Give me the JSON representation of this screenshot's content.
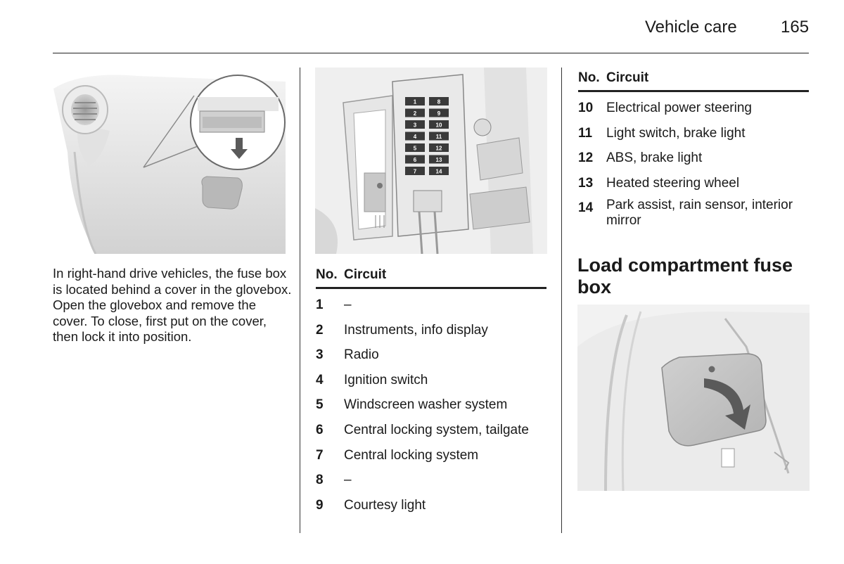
{
  "header": {
    "title": "Vehicle care",
    "page_number": "165"
  },
  "left": {
    "paragraph": "In right-hand drive vehicles, the fuse box is located behind a cover in the glovebox. Open the glovebox and remove the cover. To close, first put on the cover, then lock it into position."
  },
  "fuse_panel_labels": [
    "1",
    "8",
    "2",
    "9",
    "3",
    "10",
    "4",
    "11",
    "5",
    "12",
    "6",
    "13",
    "7",
    "14"
  ],
  "middle_table": {
    "col_no": "No.",
    "col_circuit": "Circuit",
    "rows": [
      {
        "no": "1",
        "circuit": "–"
      },
      {
        "no": "2",
        "circuit": "Instruments, info display"
      },
      {
        "no": "3",
        "circuit": "Radio"
      },
      {
        "no": "4",
        "circuit": "Ignition switch"
      },
      {
        "no": "5",
        "circuit": "Windscreen washer system"
      },
      {
        "no": "6",
        "circuit": "Central locking system, tailgate"
      },
      {
        "no": "7",
        "circuit": "Central locking system"
      },
      {
        "no": "8",
        "circuit": "–"
      },
      {
        "no": "9",
        "circuit": "Courtesy light"
      }
    ]
  },
  "right_table": {
    "col_no": "No.",
    "col_circuit": "Circuit",
    "rows": [
      {
        "no": "10",
        "circuit": "Electrical power steering"
      },
      {
        "no": "11",
        "circuit": "Light switch, brake light"
      },
      {
        "no": "12",
        "circuit": "ABS, brake light"
      },
      {
        "no": "13",
        "circuit": "Heated steering wheel"
      },
      {
        "no": "14",
        "circuit": "Park assist, rain sensor, interior mirror"
      }
    ]
  },
  "section": {
    "title": "Load compartment fuse box"
  }
}
